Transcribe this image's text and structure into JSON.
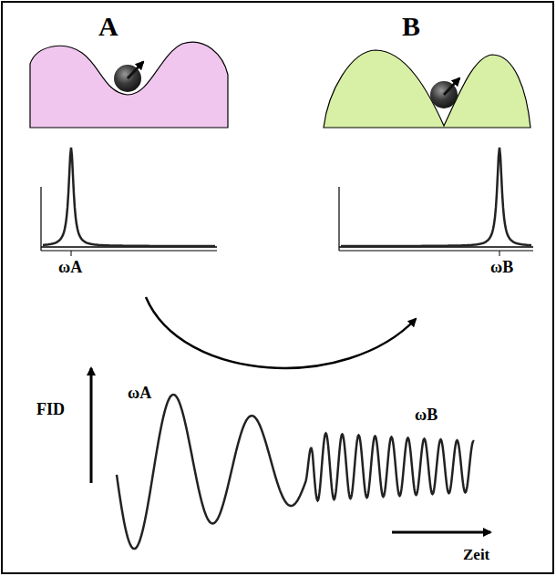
{
  "diagram": {
    "labels": [
      "A",
      "B",
      "ωA",
      "ωB",
      "FID",
      "ωA",
      "ωB",
      "Zeit"
    ]
  }
}
